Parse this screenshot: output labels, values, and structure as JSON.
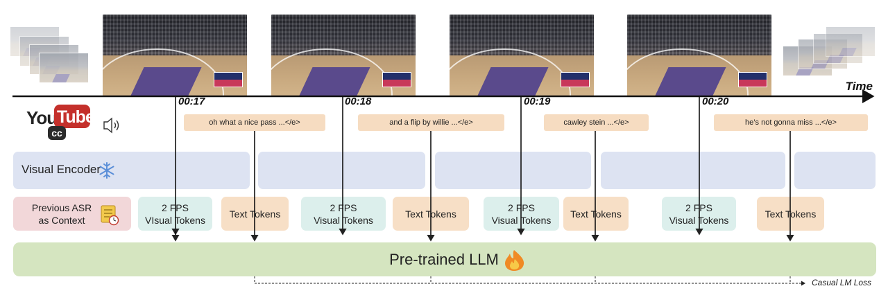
{
  "axis_title": "Time",
  "timestamps": [
    "00:17",
    "00:18",
    "00:19",
    "00:20"
  ],
  "asr_segments": [
    "oh what a nice pass ...</e>",
    "and a flip by willie ...</e>",
    "cawley stein ...</e>",
    "he’s not gonna miss ...</e>"
  ],
  "youtube_logo": {
    "you": "You",
    "tube": "Tube",
    "cc": "cc"
  },
  "visual_encoder": {
    "label": "Visual Encoder",
    "icon": "snowflake-icon"
  },
  "context_box": {
    "line1": "Previous ASR",
    "line2": "as Context",
    "icon": "notepad-clock-icon"
  },
  "token_blocks": [
    {
      "line1": "2 FPS",
      "line2": "VIsual Tokens"
    },
    {
      "label": "Text Tokens"
    },
    {
      "line1": "2 FPS",
      "line2": "Visual Tokens"
    },
    {
      "label": "Text Tokens"
    },
    {
      "line1": "2 FPS",
      "line2": "Visual Tokens"
    },
    {
      "label": "Text Tokens"
    },
    {
      "line1": "2 FPS",
      "line2": "Visual Tokens"
    },
    {
      "label": "Text Tokens"
    }
  ],
  "llm": {
    "label": "Pre-trained LLM",
    "icon": "fire-icon"
  },
  "loss_label": "Casual LM Loss",
  "colors": {
    "encoder": "#dde3f2",
    "visual_tokens": "#dcefec",
    "text_tokens": "#f7dfc6",
    "context": "#f2d7d9",
    "llm": "#d5e5c0",
    "youtube_red": "#c4302b"
  }
}
